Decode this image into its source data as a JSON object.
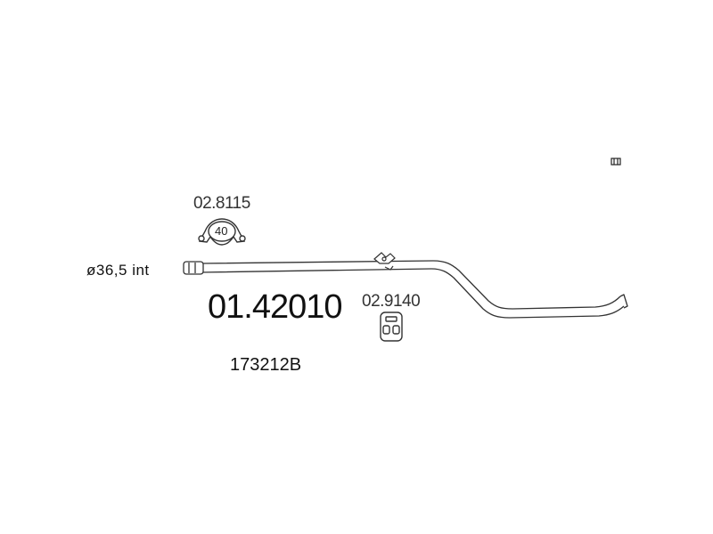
{
  "diagram": {
    "main_part_number": "01.42010",
    "reference_code": "173212B",
    "diameter_label": "ø36,5 int",
    "clamp": {
      "part_number": "02.8115",
      "size": "40"
    },
    "hanger": {
      "part_number": "02.9140"
    }
  },
  "colors": {
    "line": "#333333",
    "text": "#111111"
  }
}
